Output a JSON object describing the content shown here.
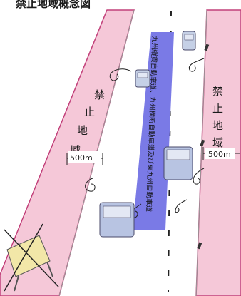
{
  "title": "禁止地域概念図",
  "left_zone": {
    "chars": [
      "禁",
      "止",
      "地",
      "域"
    ],
    "width_label": "500m"
  },
  "right_zone": {
    "chars": [
      "禁",
      "止",
      "地",
      "域"
    ],
    "width_label": "500m"
  },
  "highway_label": "九州縦貫自動車道、九州横断自動車道及び東九州自動車道",
  "colors": {
    "zone_fill": "#f5c8d8",
    "zone_edge": "#c2407a",
    "highway_band": "#7a7ae6",
    "sign": "#f2e7a8"
  }
}
